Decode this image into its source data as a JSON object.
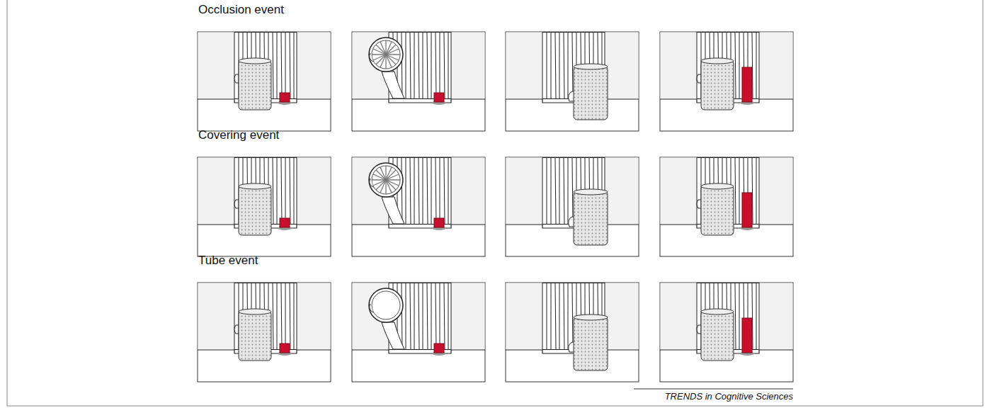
{
  "diagram": {
    "labels": [
      "Occlusion event",
      "Covering event",
      "Tube event",
      "TRENDS in Cognitive Sciences"
    ]
  }
}
